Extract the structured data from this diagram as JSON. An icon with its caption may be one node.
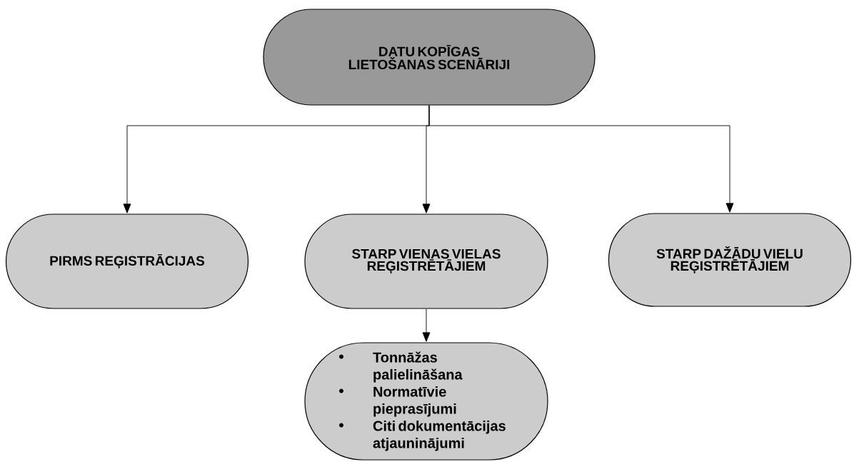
{
  "diagram": {
    "nodes": [
      {
        "text": [
          "DATU KOPĪGAS LIETOŠANAS SCENĀRIJI"
        ]
      },
      {
        "text": [
          "PIRMS REĢISTRĀCIJAS"
        ]
      },
      {
        "text": [
          "STARP VIENAS VIELAS REĢISTRĒTĀJIEM"
        ]
      },
      {
        "text": [
          "STARP DAŽĀDU VIELU REĢISTRĒTĀJIEM"
        ]
      },
      {
        "text": [
          "Tonnāžas palielināšana",
          "Normatīvie pieprasījumi",
          "Citi dokumentācijas atjauninājumi"
        ]
      }
    ],
    "edges": [
      {
        "from": 0,
        "to": 1,
        "arrow": "to"
      },
      {
        "from": 0,
        "to": 2,
        "arrow": "to"
      },
      {
        "from": 0,
        "to": 3,
        "arrow": "to"
      },
      {
        "from": 2,
        "to": 4,
        "arrow": "to"
      }
    ]
  }
}
